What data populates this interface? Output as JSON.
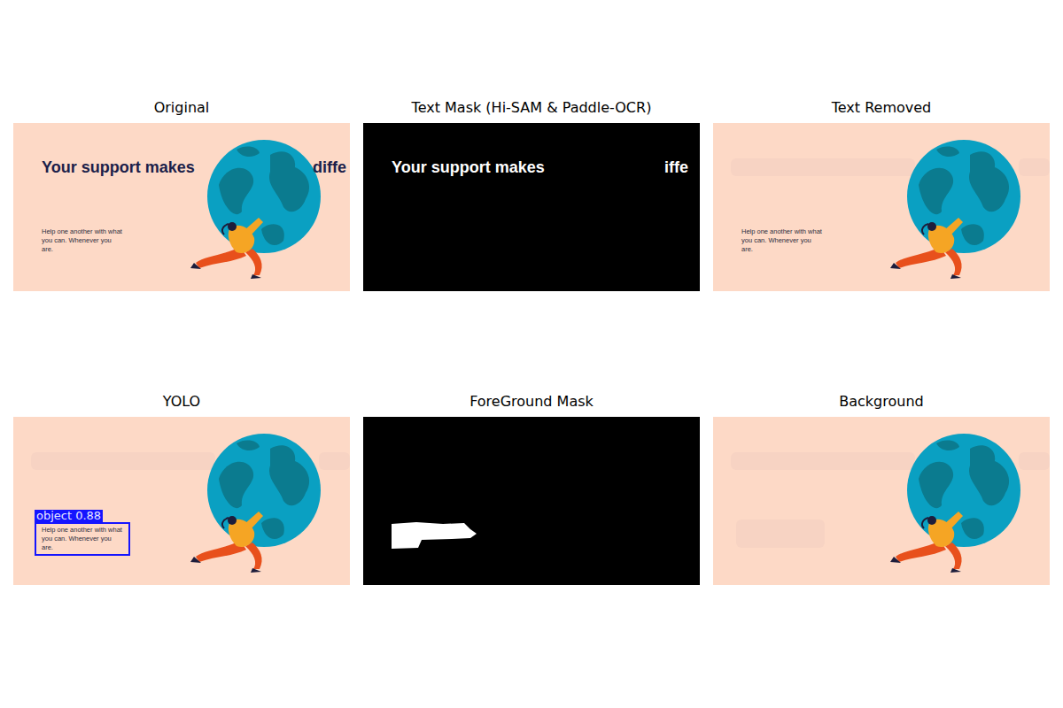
{
  "diagram": {
    "nodes": [
      {
        "text": [
          "Original",
          "Your support makes",
          "diffe",
          "Help one another with what you can. Whenever you are."
        ]
      },
      {
        "text": [
          "Text Mask (Hi-SAM & Paddle-OCR)",
          "Your support makes",
          "iffe"
        ]
      },
      {
        "text": [
          "Text Removed",
          "Help one another with what you can. Whenever you are."
        ]
      },
      {
        "text": [
          "YOLO"
        ]
      },
      {
        "text": [
          "object 0.88",
          "Help one another with what you can. Whenever you are."
        ],
        "in": 3
      },
      {
        "text": [
          "ForeGround Mask"
        ]
      },
      {
        "text": [
          "Background"
        ]
      }
    ]
  }
}
